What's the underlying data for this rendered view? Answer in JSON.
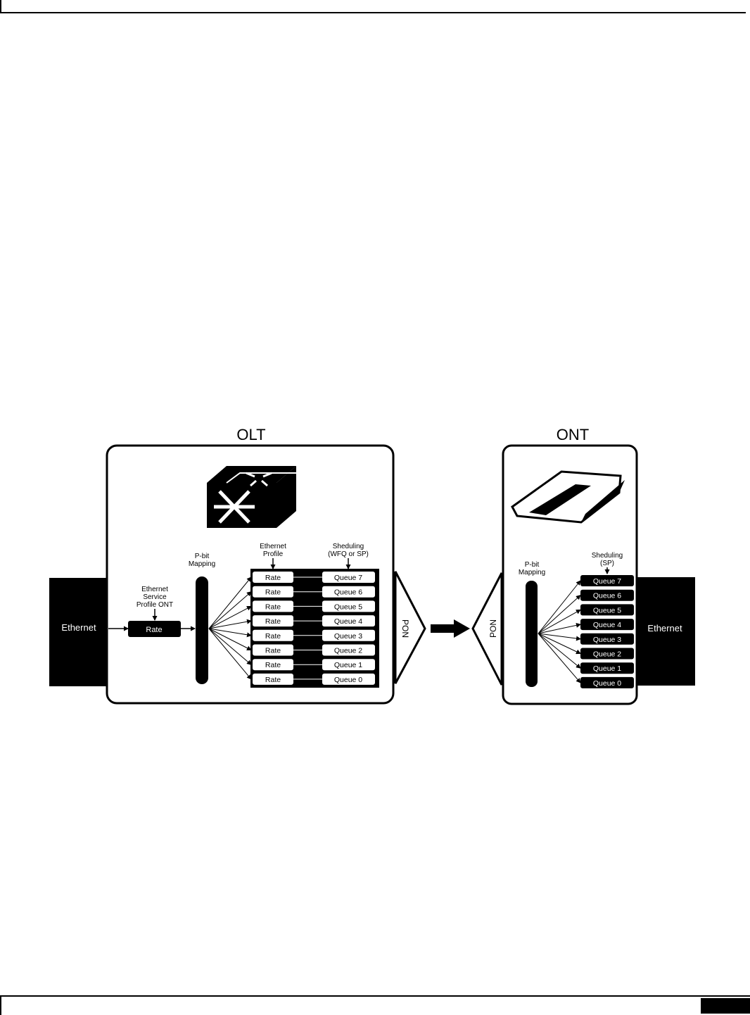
{
  "diagram": {
    "olt_title": "OLT",
    "ont_title": "ONT",
    "ethernet_left": "Ethernet",
    "ethernet_right": "Ethernet",
    "service_profile_label": [
      "Ethernet",
      "Service",
      "Profile ONT"
    ],
    "service_rate_label": "Rate",
    "olt_pbit_label": [
      "P-bit",
      "Mapping"
    ],
    "ethernet_profile_label": [
      "Ethernet",
      "Profile"
    ],
    "olt_scheduling_label": [
      "Sheduling",
      "(WFQ or SP)"
    ],
    "ont_pbit_label": [
      "P-bit",
      "Mapping"
    ],
    "ont_scheduling_label": [
      "Sheduling",
      "(SP)"
    ],
    "pon_left": "PON",
    "pon_right": "PON",
    "rate_label": "Rate",
    "queues": [
      "Queue 7",
      "Queue 6",
      "Queue 5",
      "Queue 4",
      "Queue 3",
      "Queue 2",
      "Queue 1",
      "Queue 0"
    ]
  }
}
